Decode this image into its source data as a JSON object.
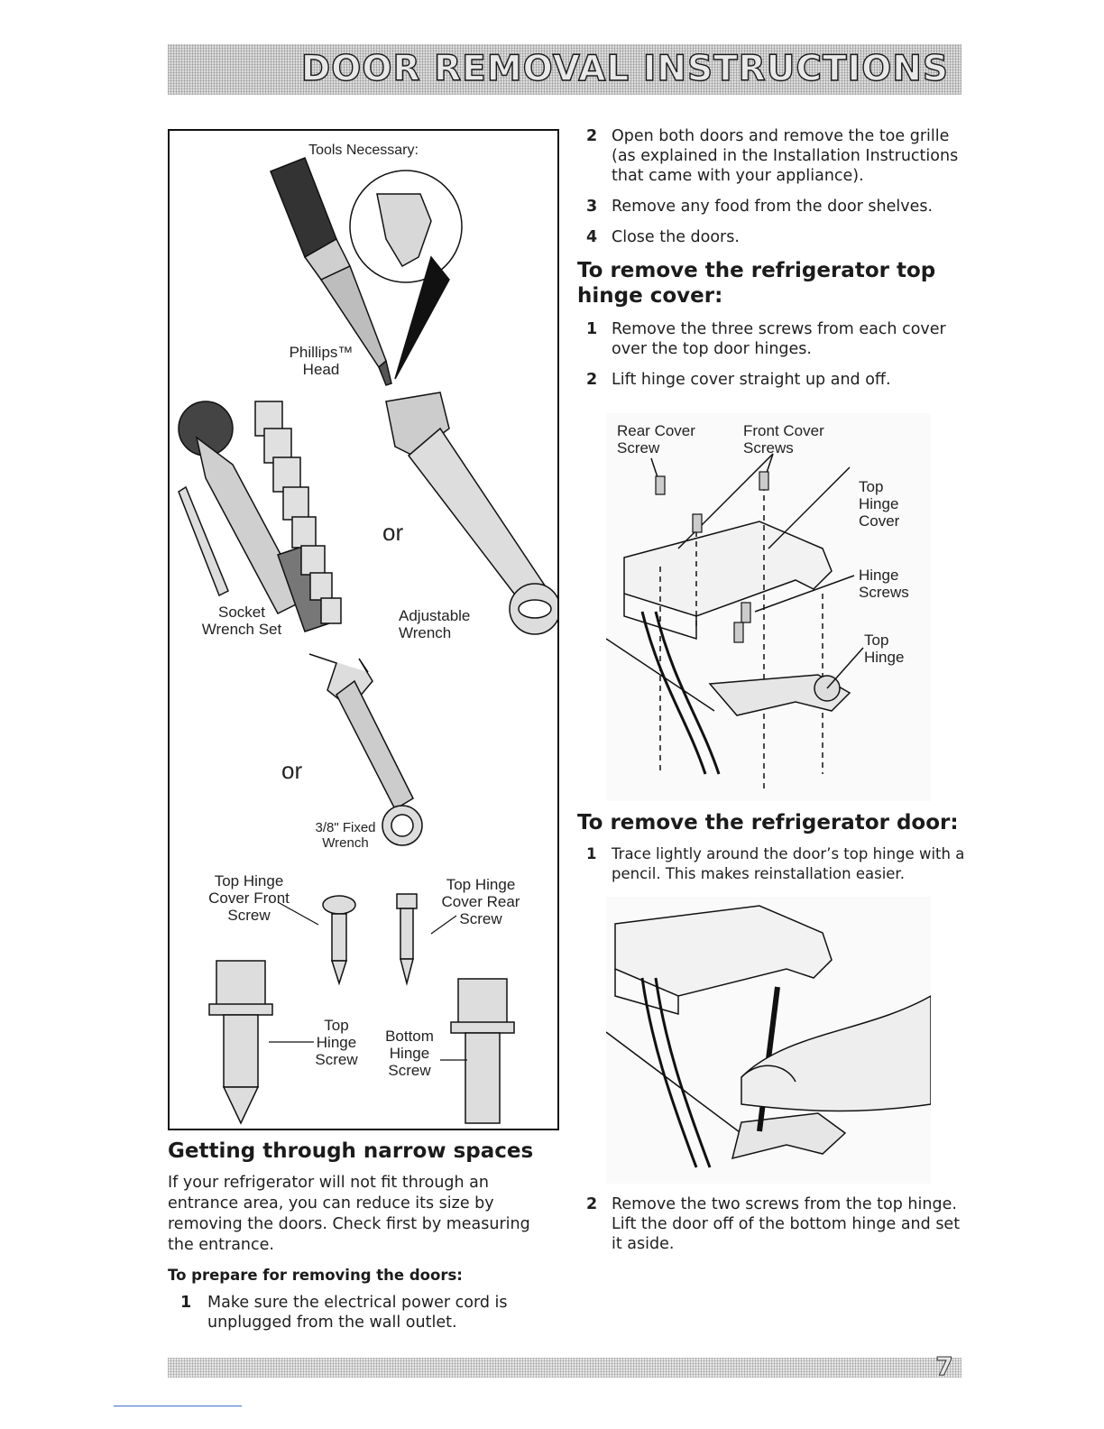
{
  "header": {
    "title": "DOOR REMOVAL INSTRUCTIONS"
  },
  "tools_box": {
    "heading": "Tools Necessary:",
    "phillips_label_1": "Phillips™",
    "phillips_label_2": "Head",
    "or_1": "or",
    "socket_label_1": "Socket",
    "socket_label_2": "Wrench Set",
    "adjustable_label_1": "Adjustable",
    "adjustable_label_2": "Wrench",
    "or_2": "or",
    "fixed_label_1": "3/8\" Fixed",
    "fixed_label_2": "Wrench",
    "front_screw_1": "Top Hinge",
    "front_screw_2": "Cover Front",
    "front_screw_3": "Screw",
    "rear_screw_1": "Top Hinge",
    "rear_screw_2": "Cover Rear",
    "rear_screw_3": "Screw",
    "top_hinge_screw_1": "Top",
    "top_hinge_screw_2": "Hinge",
    "top_hinge_screw_3": "Screw",
    "bottom_hinge_screw_1": "Bottom",
    "bottom_hinge_screw_2": "Hinge",
    "bottom_hinge_screw_3": "Screw"
  },
  "narrow": {
    "heading": "Getting through narrow spaces",
    "intro": "If your refrigerator will not fit through an entrance area, you can reduce its size by removing the doors. Check first by measuring the entrance.",
    "prepare_heading": "To prepare for removing the doors:",
    "steps": [
      {
        "num": "1",
        "text": "Make sure the electrical power cord is unplugged from the wall outlet."
      },
      {
        "num": "2",
        "text": "Open both doors and remove the toe grille (as explained in the Installation Instructions that came with your appliance)."
      },
      {
        "num": "3",
        "text": "Remove any food from the door shelves."
      },
      {
        "num": "4",
        "text": "Close the doors."
      }
    ]
  },
  "hinge_cover": {
    "heading": "To remove the refrigerator top hinge cover:",
    "steps": [
      {
        "num": "1",
        "text": "Remove the three screws from each cover over the top door hinges."
      },
      {
        "num": "2",
        "text": "Lift hinge cover straight up and off."
      }
    ],
    "figure_labels": {
      "rear_cover_1": "Rear Cover",
      "rear_cover_2": "Screw",
      "front_cover_1": "Front Cover",
      "front_cover_2": "Screws",
      "top_hinge_cover_1": "Top",
      "top_hinge_cover_2": "Hinge",
      "top_hinge_cover_3": "Cover",
      "hinge_screws_1": "Hinge",
      "hinge_screws_2": "Screws",
      "top_hinge_1": "Top",
      "top_hinge_2": "Hinge"
    }
  },
  "door": {
    "heading": "To remove the refrigerator door:",
    "steps": [
      {
        "num": "1",
        "text": "Trace lightly around the door’s top hinge with a pencil. This makes reinstallation easier."
      },
      {
        "num": "2",
        "text": "Remove the two screws from the top hinge. Lift the door off of the bottom hinge and set it aside."
      }
    ]
  },
  "footer": {
    "page_number": "7"
  }
}
